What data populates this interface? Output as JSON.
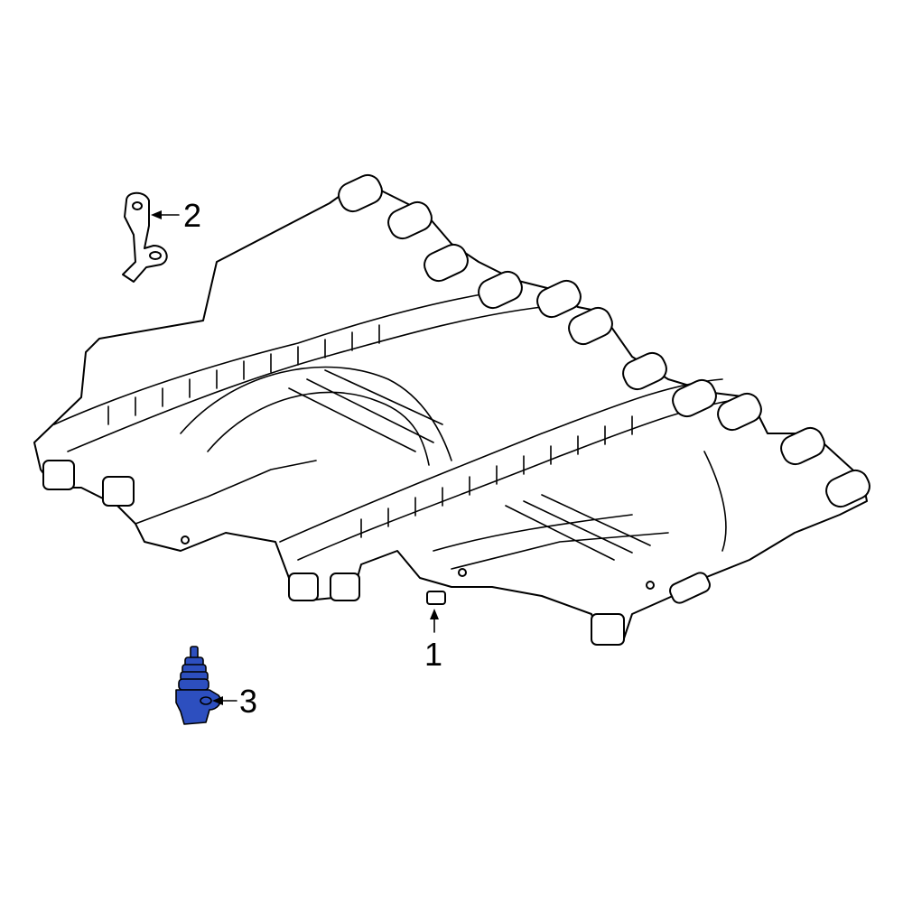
{
  "diagram": {
    "parts": [
      {
        "callout": "1",
        "part": "intake-manifold"
      },
      {
        "callout": "2",
        "part": "bracket"
      },
      {
        "callout": "3",
        "part": "sensor",
        "highlighted": true
      }
    ],
    "colors": {
      "line": "#000000",
      "highlight": "#2d4fbf",
      "background": "#ffffff"
    }
  }
}
